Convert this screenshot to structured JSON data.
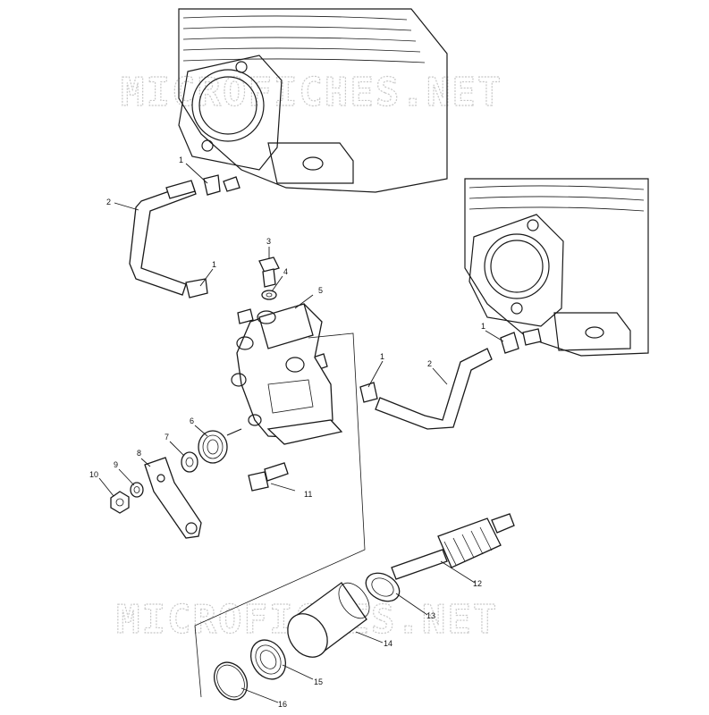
{
  "watermark": {
    "text": "MICROFICHES.NET"
  },
  "callouts": [
    {
      "id": "c1a",
      "label": "1"
    },
    {
      "id": "c2a",
      "label": "2"
    },
    {
      "id": "c3",
      "label": "3"
    },
    {
      "id": "c1b",
      "label": "1"
    },
    {
      "id": "c4",
      "label": "4"
    },
    {
      "id": "c5",
      "label": "5"
    },
    {
      "id": "c1c",
      "label": "1"
    },
    {
      "id": "c1d",
      "label": "1"
    },
    {
      "id": "c2b",
      "label": "2"
    },
    {
      "id": "c6",
      "label": "6"
    },
    {
      "id": "c7",
      "label": "7"
    },
    {
      "id": "c8",
      "label": "8"
    },
    {
      "id": "c9",
      "label": "9"
    },
    {
      "id": "c10",
      "label": "10"
    },
    {
      "id": "c11",
      "label": "11"
    },
    {
      "id": "c12",
      "label": "12"
    },
    {
      "id": "c13",
      "label": "13"
    },
    {
      "id": "c14",
      "label": "14"
    },
    {
      "id": "c15",
      "label": "15"
    },
    {
      "id": "c16",
      "label": "16"
    }
  ]
}
